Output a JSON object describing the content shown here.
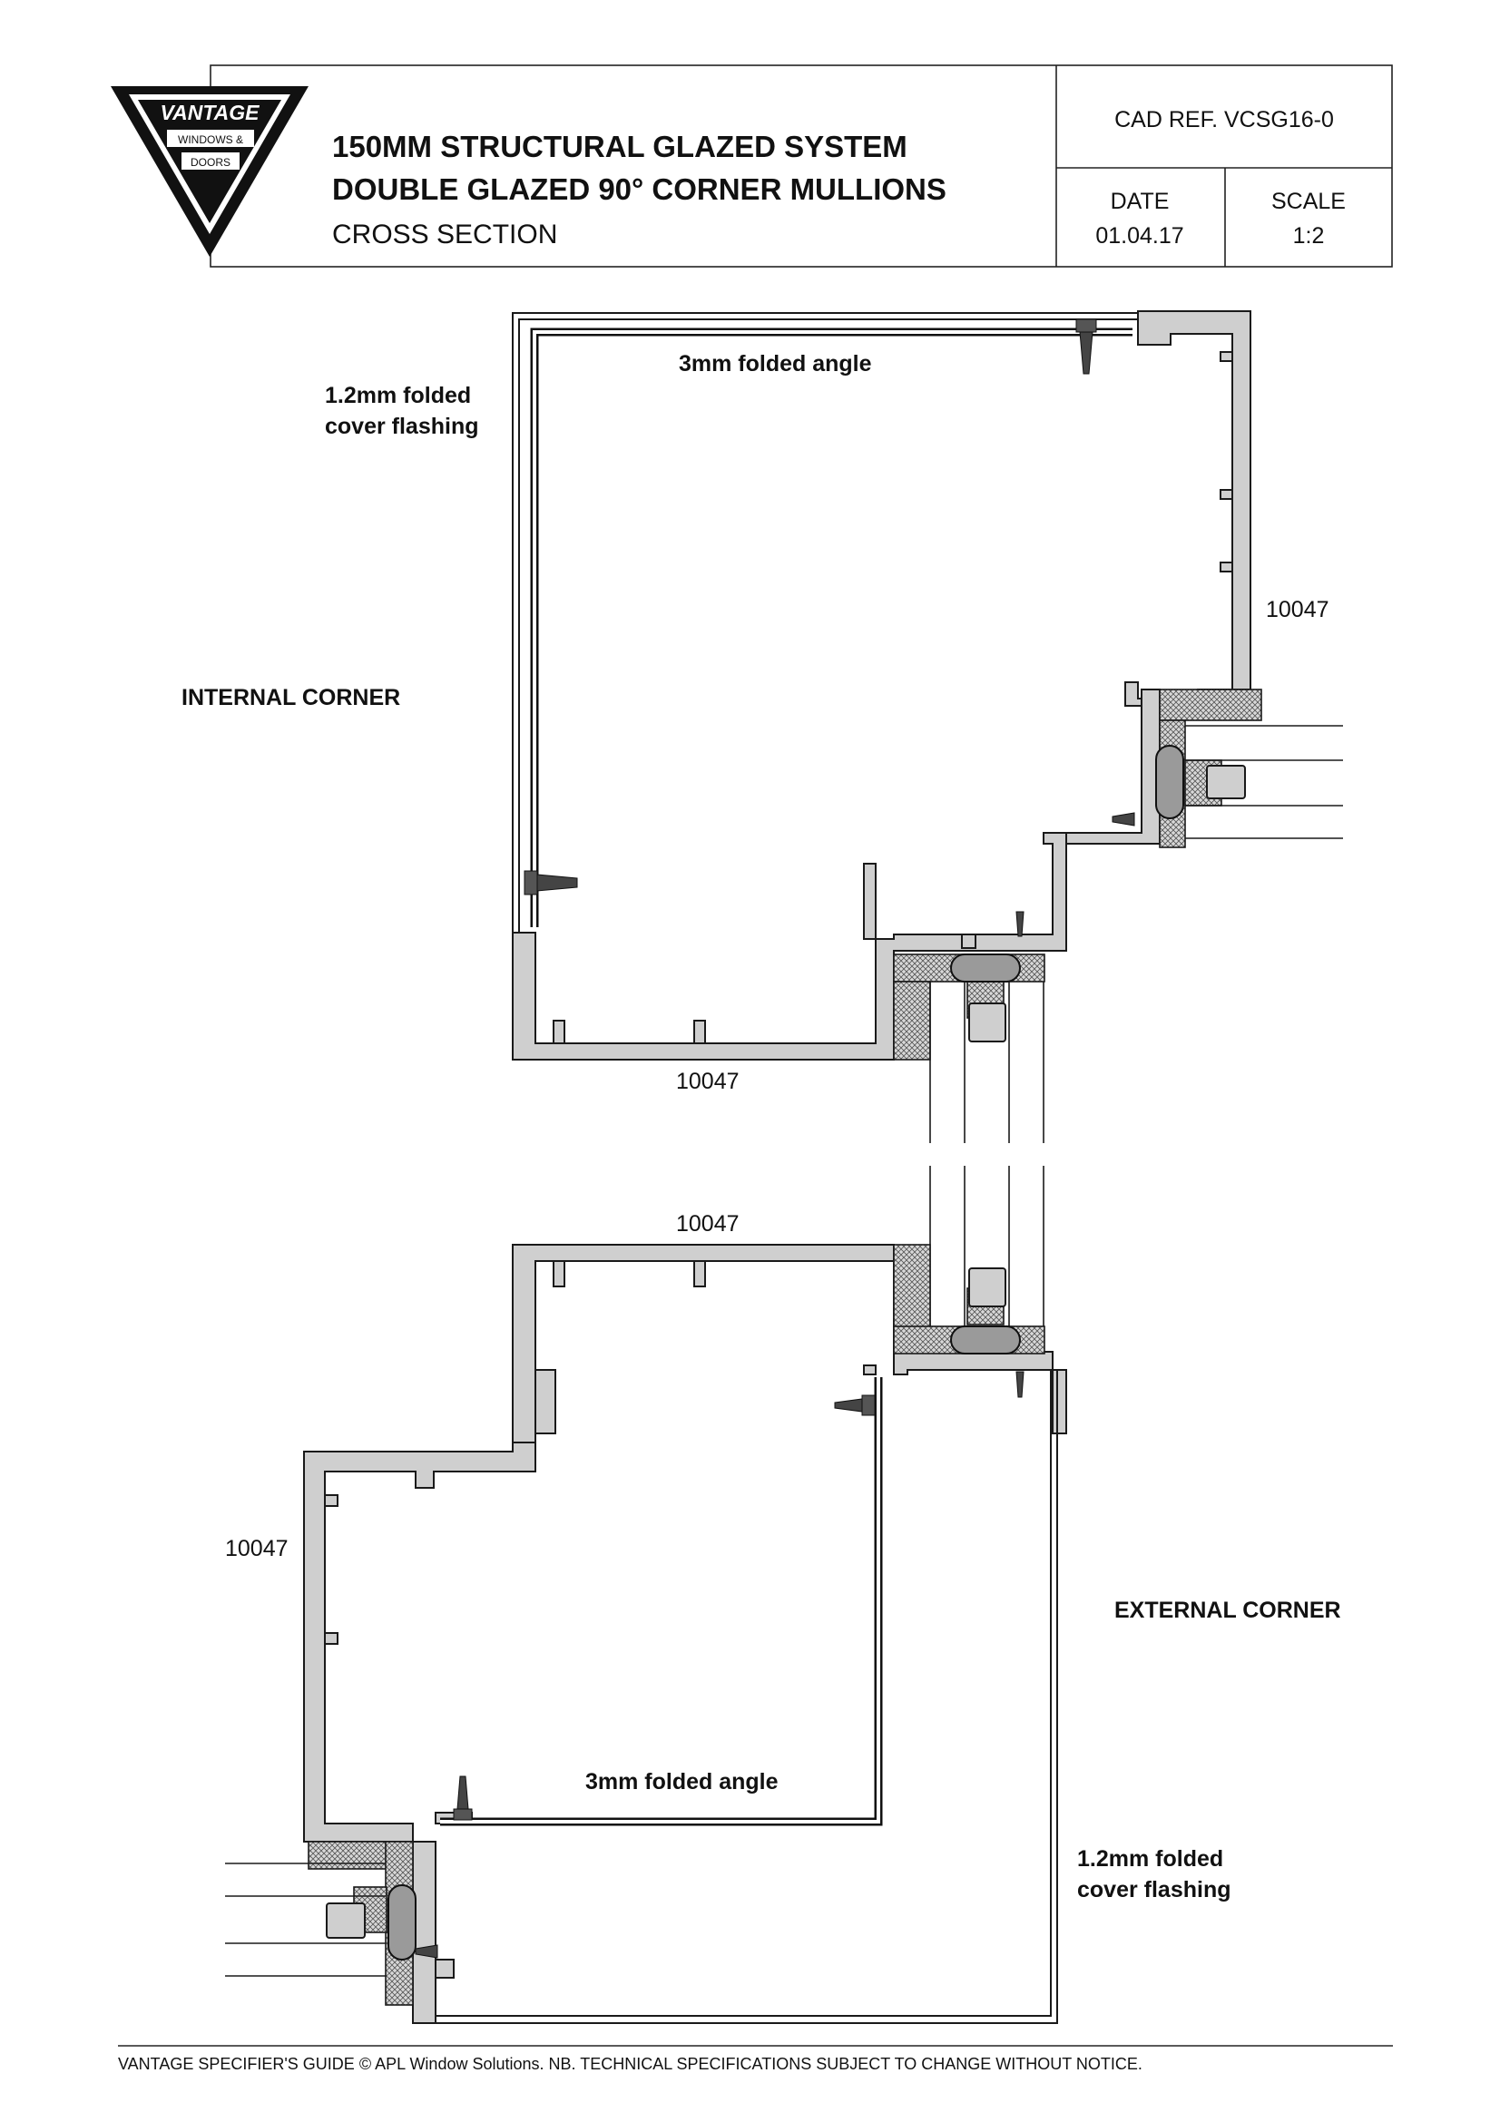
{
  "title_block": {
    "brand_name": "VANTAGE",
    "brand_sub1": "WINDOWS &",
    "brand_sub2": "DOORS",
    "title_line1": "150MM STRUCTURAL GLAZED SYSTEM",
    "title_line2": "DOUBLE GLAZED 90° CORNER MULLIONS",
    "title_line3": "CROSS SECTION",
    "cad_ref": "CAD REF.  VCSG16-0",
    "date_label": "DATE",
    "date_value": "01.04.17",
    "scale_label": "SCALE",
    "scale_value": "1:2"
  },
  "labels": {
    "internal_corner": "INTERNAL CORNER",
    "external_corner": "EXTERNAL CORNER",
    "folded_angle_top": "3mm folded angle",
    "folded_angle_bottom": "3mm folded angle",
    "cover_flashing_top_l1": "1.2mm folded",
    "cover_flashing_top_l2": "cover flashing",
    "cover_flashing_bottom_l1": "1.2mm folded",
    "cover_flashing_bottom_l2": "cover flashing",
    "profile_right_top": "10047",
    "profile_bottom_top": "10047",
    "profile_top_bottom": "10047",
    "profile_left_bottom": "10047"
  },
  "footer": {
    "text": "VANTAGE SPECIFIER'S GUIDE  © APL Window Solutions. NB. TECHNICAL SPECIFICATIONS SUBJECT TO CHANGE WITHOUT NOTICE."
  }
}
